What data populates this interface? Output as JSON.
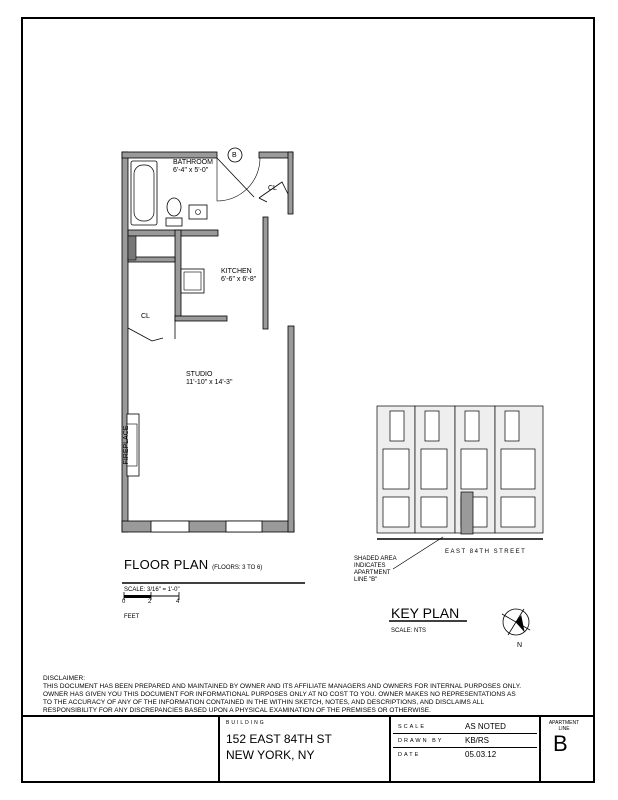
{
  "floor_plan": {
    "rooms": {
      "bathroom": {
        "name": "BATHROOM",
        "dims": "6'-4\" x 5'-0\""
      },
      "kitchen": {
        "name": "KITCHEN",
        "dims": "6'-6\" x 6'-8\""
      },
      "studio": {
        "name": "STUDIO",
        "dims": "11'-10\" x 14'-3\""
      },
      "closet_top": "CL",
      "closet_left": "CL",
      "fireplace": "FIREPLACE",
      "unit_marker": "B"
    },
    "title": "FLOOR PLAN",
    "floors_note": "(FLOORS: 3 TO 6)",
    "scale_note": "SCALE: 3/16\" = 1'-0\"",
    "scale_bar": {
      "ticks": [
        "0",
        "2",
        "4"
      ],
      "unit": "FEET"
    }
  },
  "key_plan": {
    "title": "KEY PLAN",
    "scale": "SCALE: NTS",
    "street": "EAST 84TH STREET",
    "shaded_note": [
      "SHADED AREA",
      "INDICATES",
      "APARTMENT",
      "LINE \"B\""
    ],
    "north_label": "N"
  },
  "disclaimer": {
    "heading": "DISCLAIMER:",
    "lines": [
      "THIS DOCUMENT HAS BEEN PREPARED AND MAINTAINED BY OWNER AND ITS AFFILIATE MANAGERS AND OWNERS FOR INTERNAL PURPOSES ONLY.",
      "OWNER HAS GIVEN YOU THIS DOCUMENT FOR INFORMATIONAL PURPOSES ONLY AT NO COST TO YOU.  OWNER MAKES NO REPRESENTATIONS AS",
      "TO THE ACCURACY OF ANY OF THE INFORMATION CONTAINED IN THE WITHIN SKETCH, NOTES, AND DESCRIPTIONS, AND DISCLAIMS ALL",
      "RESPONSIBILITY FOR ANY DISCREPANCIES BASED UPON A PHYSICAL EXAMINATION OF THE PREMISES OR OTHERWISE."
    ]
  },
  "title_block": {
    "building_label": "BUILDING",
    "address_line1": "152 EAST 84TH ST",
    "address_line2": "NEW YORK, NY",
    "scale_label": "SCALE",
    "scale_value": "AS NOTED",
    "drawn_label": "DRAWN BY",
    "drawn_value": "KB/RS",
    "date_label": "DATE",
    "date_value": "05.03.12",
    "apartment_label": "APARTMENT LINE",
    "apartment_value": "B"
  }
}
